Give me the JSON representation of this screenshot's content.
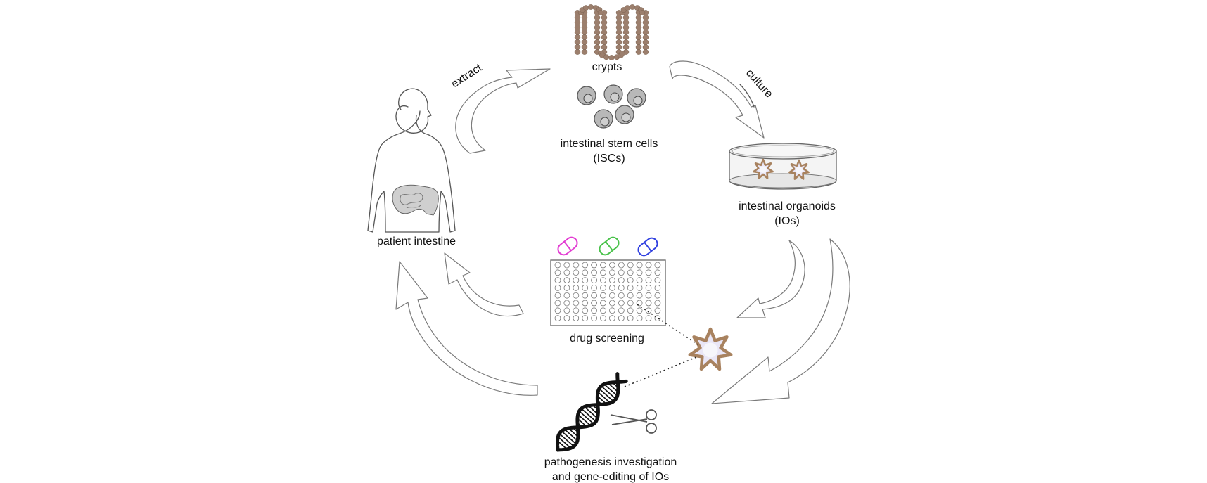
{
  "labels": {
    "crypts": "crypts",
    "iscs_line1": "intestinal stem cells",
    "iscs_line2": "(ISCs)",
    "organoids_line1": "intestinal organoids",
    "organoids_line2": "(IOs)",
    "patient": "patient intestine",
    "drug": "drug screening",
    "patho_line1": "pathogenesis investigation",
    "patho_line2": "and gene-editing of IOs",
    "extract": "extract",
    "culture": "culture"
  },
  "colors": {
    "arrow_stroke": "#7a7a7a",
    "crypt_cell": "#9c7f6d",
    "stem_cell": "#b8b8b8",
    "organoid": "#a8825f",
    "capsule_magenta": "#e23bd2",
    "capsule_green": "#49c24a",
    "capsule_blue": "#3040e0",
    "dna": "#111111"
  },
  "icons": {
    "body": "human-silhouette-icon",
    "scissors": "scissors-icon",
    "dna": "dna-helix-icon",
    "plate": "well-plate-icon",
    "dish": "petri-dish-icon"
  }
}
